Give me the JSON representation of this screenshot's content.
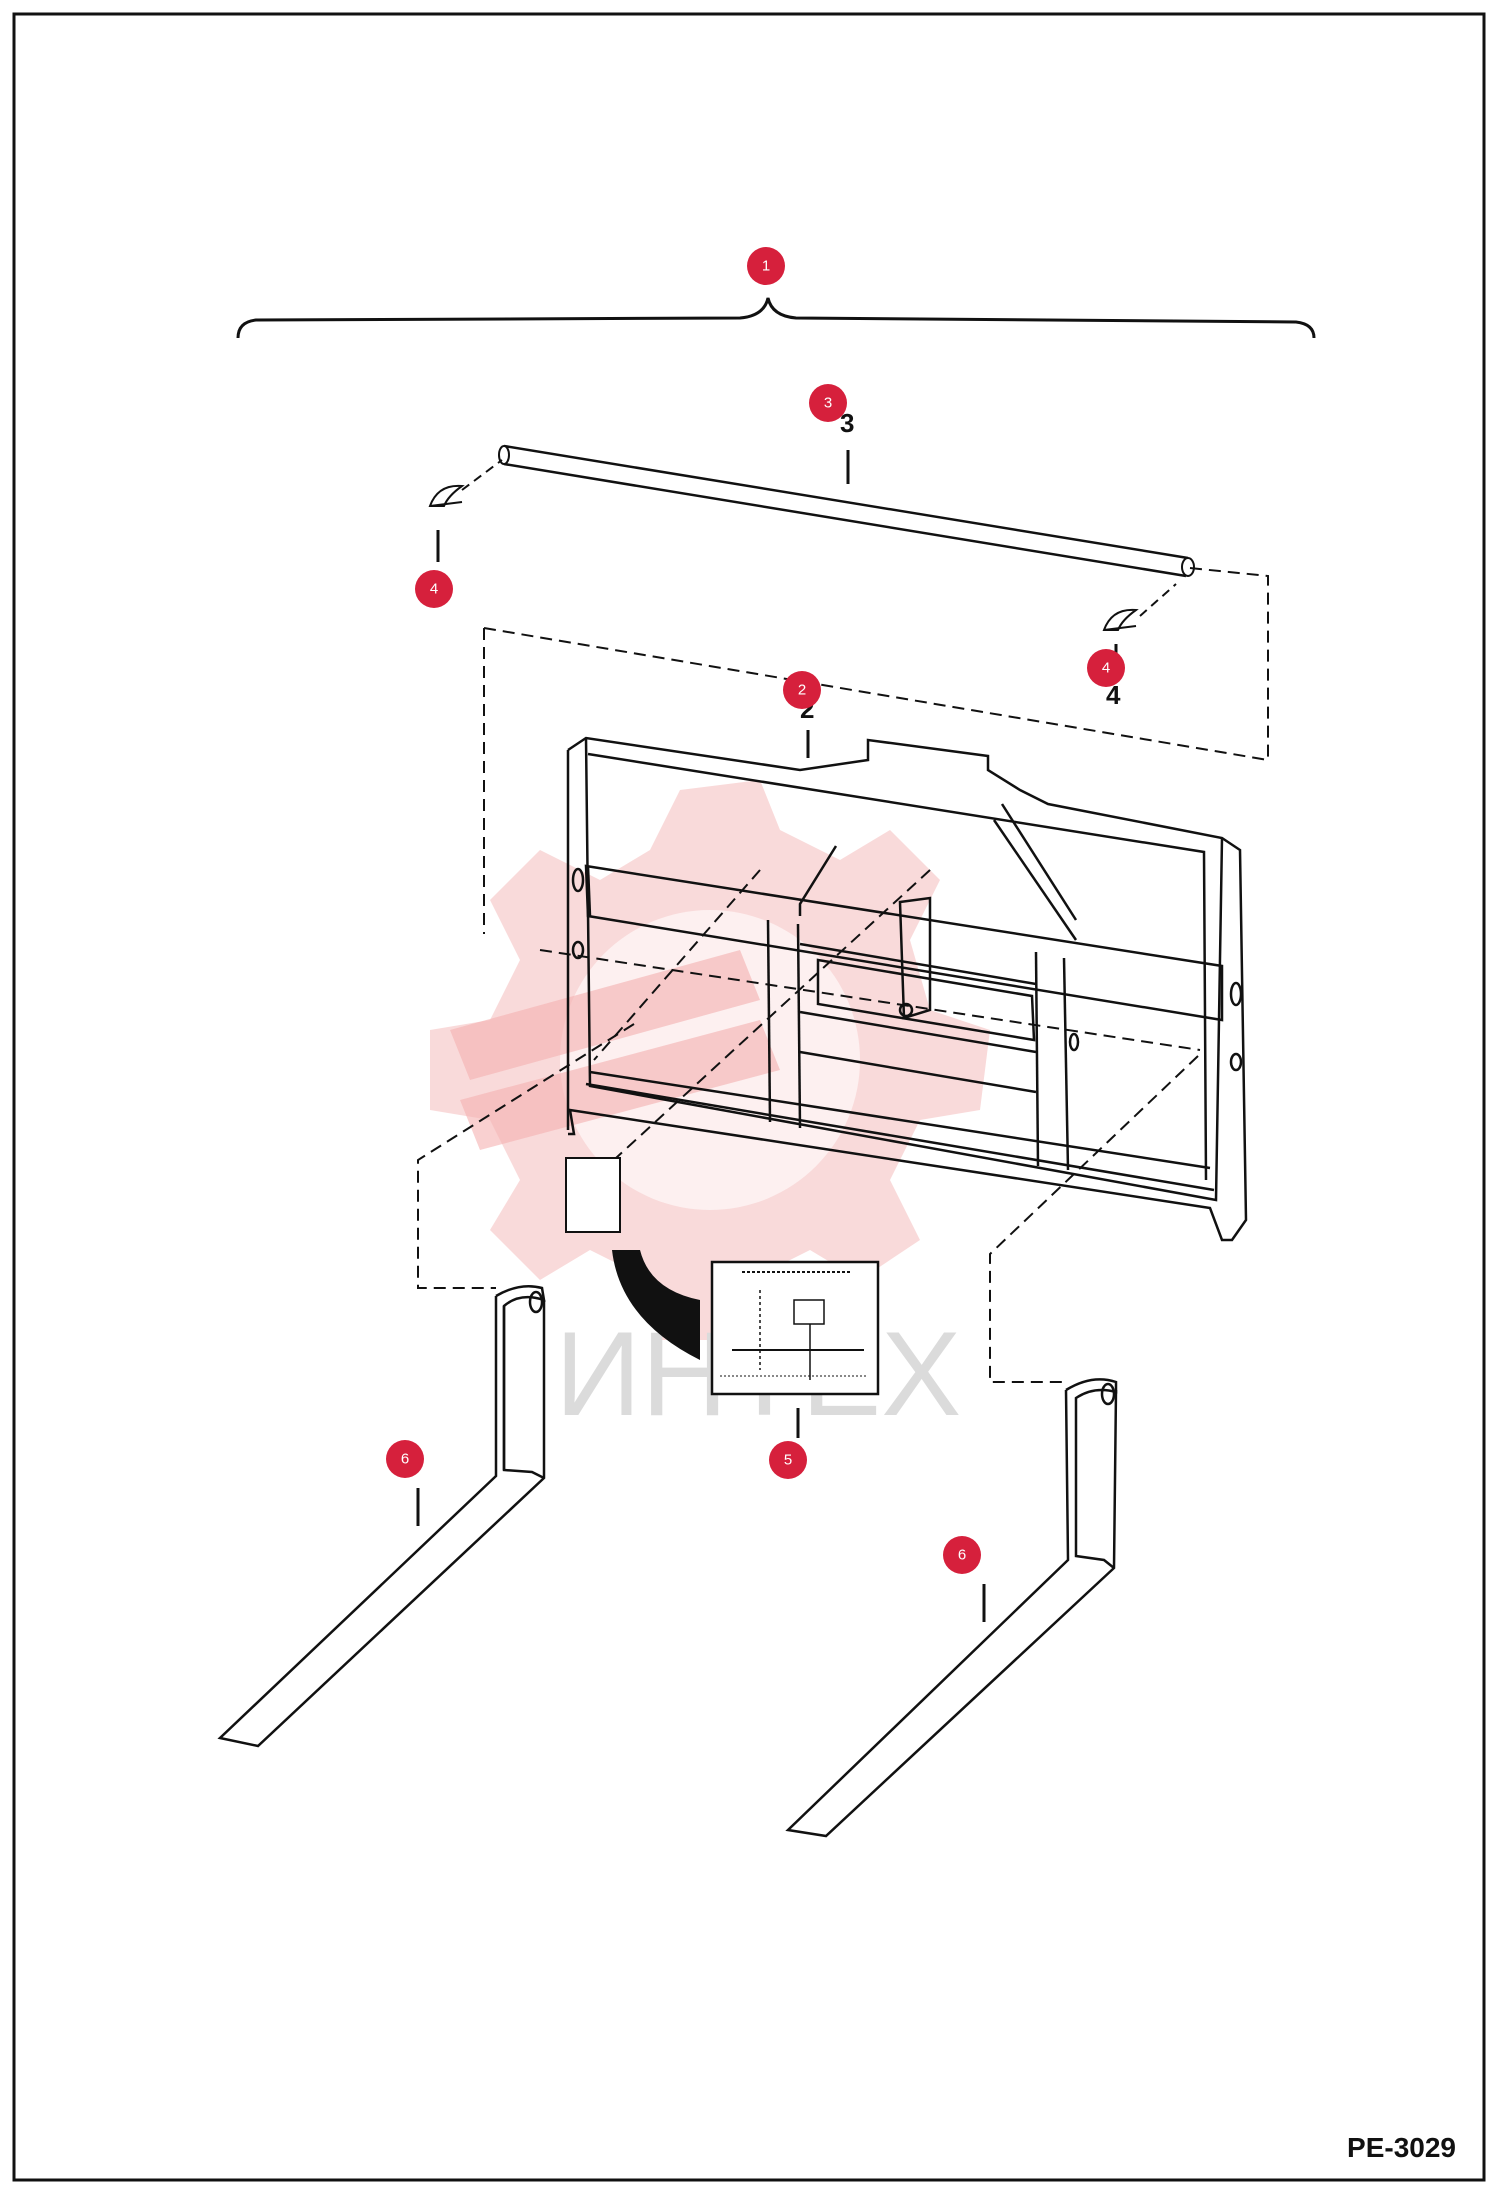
{
  "drawing": {
    "ref_code": "PE-3029",
    "watermark": "ИНТЕХ"
  },
  "part_labels": [
    "1",
    "2",
    "3",
    "4",
    "4",
    "5",
    "6",
    "6"
  ],
  "colors": {
    "callout": "#d6203c",
    "line": "#111111",
    "watermark": "#f2b3b3"
  }
}
